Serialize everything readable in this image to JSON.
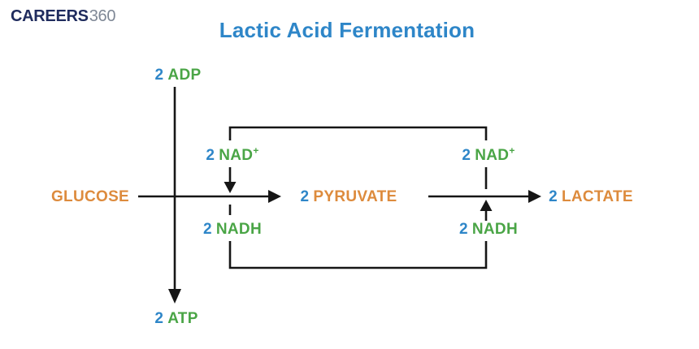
{
  "logo": {
    "part1": "CAREERS",
    "part2": "360"
  },
  "title": "Lactic Acid Fermentation",
  "colors": {
    "title_blue": "#2e86c8",
    "quantity_blue": "#2e86c8",
    "cofactor_green": "#4aa546",
    "metabolite_orange": "#dd8b3d",
    "line_black": "#161616",
    "logo_navy": "#202c5e",
    "logo_gray": "#7e8795",
    "background": "#ffffff"
  },
  "diagram": {
    "nodes": {
      "glucose": {
        "name": "GLUCOSE"
      },
      "pyruvate": {
        "qty": "2",
        "name": "PYRUVATE"
      },
      "lactate": {
        "qty": "2",
        "name": "LACTATE"
      }
    },
    "cofactors": {
      "adp": {
        "qty": "2",
        "name": "ADP"
      },
      "atp": {
        "qty": "2",
        "name": "ATP"
      },
      "nad_left": {
        "qty": "2",
        "name": "NAD",
        "sup": "+"
      },
      "nad_right": {
        "qty": "2",
        "name": "NAD",
        "sup": "+"
      },
      "nadh_left": {
        "qty": "2",
        "name": "NADH"
      },
      "nadh_right": {
        "qty": "2",
        "name": "NADH"
      }
    },
    "flow": "GLUCOSE -> 2 PYRUVATE -> 2 LACTATE; 2 ADP -> 2 ATP; 2 NAD+ <-> 2 NADH"
  }
}
